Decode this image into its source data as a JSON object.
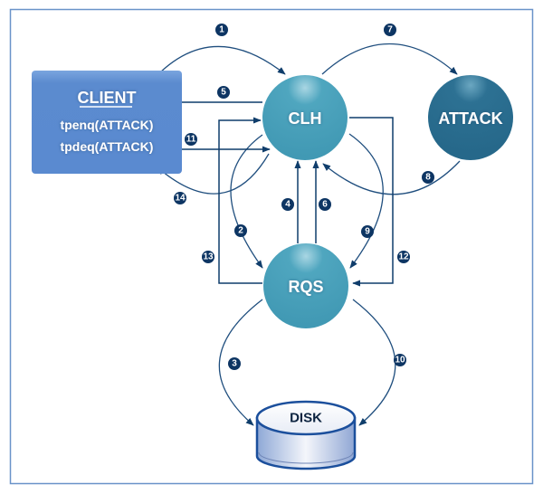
{
  "nodes": {
    "client": {
      "title": "CLIENT",
      "lines": [
        "tpenq(ATTACK)",
        "tpdeq(ATTACK)"
      ]
    },
    "clh": {
      "label": "CLH"
    },
    "attack": {
      "label": "ATTACK"
    },
    "rqs": {
      "label": "RQS"
    },
    "disk": {
      "label": "DISK"
    }
  },
  "colors": {
    "frame": "#6a93c9",
    "client_fill": "#5b8bcf",
    "clh_fill": "#479fb8",
    "rqs_fill": "#479fb8",
    "attack_fill": "#2b6d8f",
    "edge": "#1f4e7e",
    "badge": "#0d3563"
  },
  "edges": [
    {
      "step": "1",
      "from": "CLIENT",
      "to": "CLH"
    },
    {
      "step": "2",
      "from": "CLH",
      "to": "RQS"
    },
    {
      "step": "3",
      "from": "RQS",
      "to": "DISK"
    },
    {
      "step": "4",
      "from": "RQS",
      "to": "CLH"
    },
    {
      "step": "5",
      "from": "CLH",
      "to": "CLIENT"
    },
    {
      "step": "6",
      "from": "RQS",
      "to": "CLH"
    },
    {
      "step": "7",
      "from": "CLH",
      "to": "ATTACK"
    },
    {
      "step": "8",
      "from": "ATTACK",
      "to": "CLH"
    },
    {
      "step": "9",
      "from": "CLH",
      "to": "RQS"
    },
    {
      "step": "10",
      "from": "RQS",
      "to": "DISK"
    },
    {
      "step": "11",
      "from": "CLIENT",
      "to": "CLH"
    },
    {
      "step": "12",
      "from": "CLH",
      "to": "RQS"
    },
    {
      "step": "13",
      "from": "RQS",
      "to": "CLH"
    },
    {
      "step": "14",
      "from": "CLH",
      "to": "CLIENT"
    }
  ]
}
